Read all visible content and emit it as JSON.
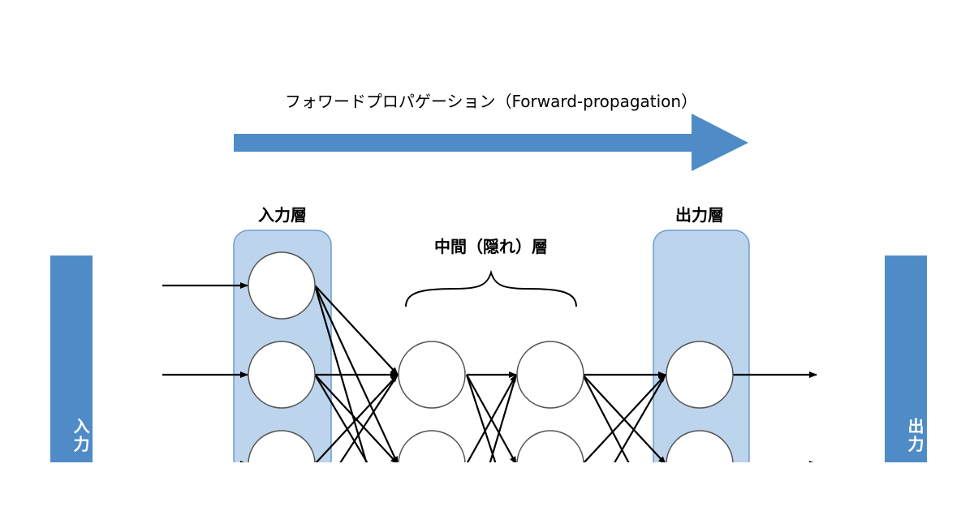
{
  "title": "フォワードプロパゲーション（Forward-propagation）",
  "labels": {
    "input_layer": "入力層",
    "hidden_layer": "中間（隠れ）層",
    "output_layer": "出力層"
  },
  "side_bars": {
    "left_text": "入力",
    "right_text": "出力"
  },
  "colors": {
    "arrow": "#4f8bc7",
    "layer_panel": "#bcd4ec",
    "panel_border": "#6d9bd0",
    "side_bar": "#4f8bc7"
  }
}
